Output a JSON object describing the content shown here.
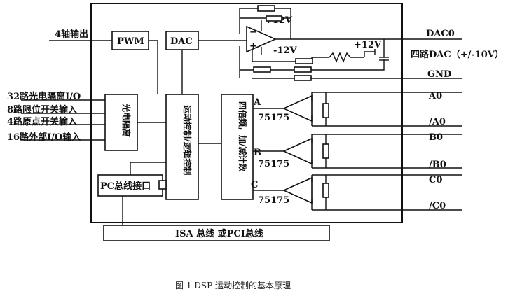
{
  "caption": "图 1   DSP 运动控制的基本原理",
  "blocks": {
    "pwm": "PWM",
    "dac": "DAC",
    "optical_isolation": "光电隔离",
    "motion_logic": "运动控制/逻辑控制",
    "quad_counter": "四倍频，加/减计数",
    "pc_bus_interface": "PC总线接口",
    "isa_pci_bus": "ISA 总线 或PCI总线"
  },
  "left_labels": {
    "axis_output": "4轴输出",
    "io_optical": "32路光电隔离I/O",
    "limit_switch": "8路限位开关输入",
    "home_switch": "4路原点开关输入",
    "external_io": "16路外部I/O输入"
  },
  "right_labels": {
    "dac0": "DAC0",
    "four_dac": "四路DAC（+/-10V）",
    "gnd": "GND",
    "a0": "A0",
    "a0_bar": "/A0",
    "b0": "B0",
    "b0_bar": "/B0",
    "c0": "C0",
    "c0_bar": "/C0"
  },
  "power": {
    "plus12_top": "+12V",
    "minus12": "-12V",
    "plus12_right": "+12V"
  },
  "channels": {
    "a": "A",
    "b": "B",
    "c": "C",
    "part_a": "75175",
    "part_b": "75175",
    "part_c": "75175"
  }
}
